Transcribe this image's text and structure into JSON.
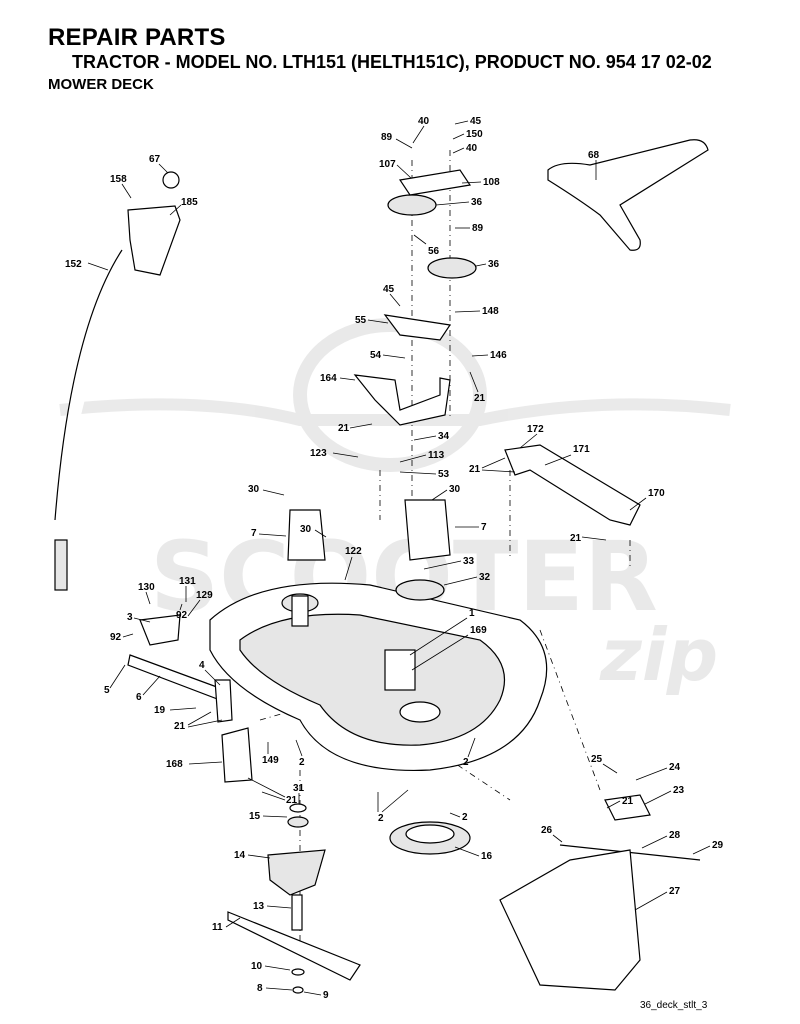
{
  "header": {
    "title": "REPAIR PARTS",
    "subtitle": "TRACTOR - MODEL NO. LTH151 (HELTH151C), PRODUCT NO. 954 17 02-02",
    "section": "MOWER DECK"
  },
  "watermark": {
    "brand": "SCOOTER",
    "script": "zip"
  },
  "footer": {
    "figure_id": "36_deck_stlt_3"
  },
  "callouts": {
    "p40a": "40",
    "p45a": "45",
    "p89a": "89",
    "p150": "150",
    "p40b": "40",
    "p107": "107",
    "p108": "108",
    "p36a": "36",
    "p89b": "89",
    "p56": "56",
    "p68": "68",
    "p36b": "36",
    "p67": "67",
    "p158": "158",
    "p185": "185",
    "p152": "152",
    "p45b": "45",
    "p148": "148",
    "p55": "55",
    "p54": "54",
    "p146": "146",
    "p164": "164",
    "p21a": "21",
    "p21b": "21",
    "p34": "34",
    "p172": "172",
    "p171": "171",
    "p123": "123",
    "p113": "113",
    "p21c": "21",
    "p53": "53",
    "p30a": "30",
    "p30b": "30",
    "p170": "170",
    "p7a": "7",
    "p30c": "30",
    "p7b": "7",
    "p21d": "21",
    "p122": "122",
    "p33": "33",
    "p32": "32",
    "p130": "130",
    "p131": "131",
    "p129": "129",
    "p3": "3",
    "p92a": "92",
    "p92b": "92",
    "p1": "1",
    "p169": "169",
    "p5": "5",
    "p6": "6",
    "p4": "4",
    "p19": "19",
    "p21e": "21",
    "p168": "168",
    "p149": "149",
    "p2a": "2",
    "p2b": "2",
    "p21f": "21",
    "p25": "25",
    "p24": "24",
    "p21g": "21",
    "p23": "23",
    "p31": "31",
    "p2c": "2",
    "p2d": "2",
    "p15": "15",
    "p26": "26",
    "p28": "28",
    "p29": "29",
    "p14": "14",
    "p16": "16",
    "p27": "27",
    "p13": "13",
    "p11": "11",
    "p10": "10",
    "p8": "8",
    "p9": "9"
  }
}
